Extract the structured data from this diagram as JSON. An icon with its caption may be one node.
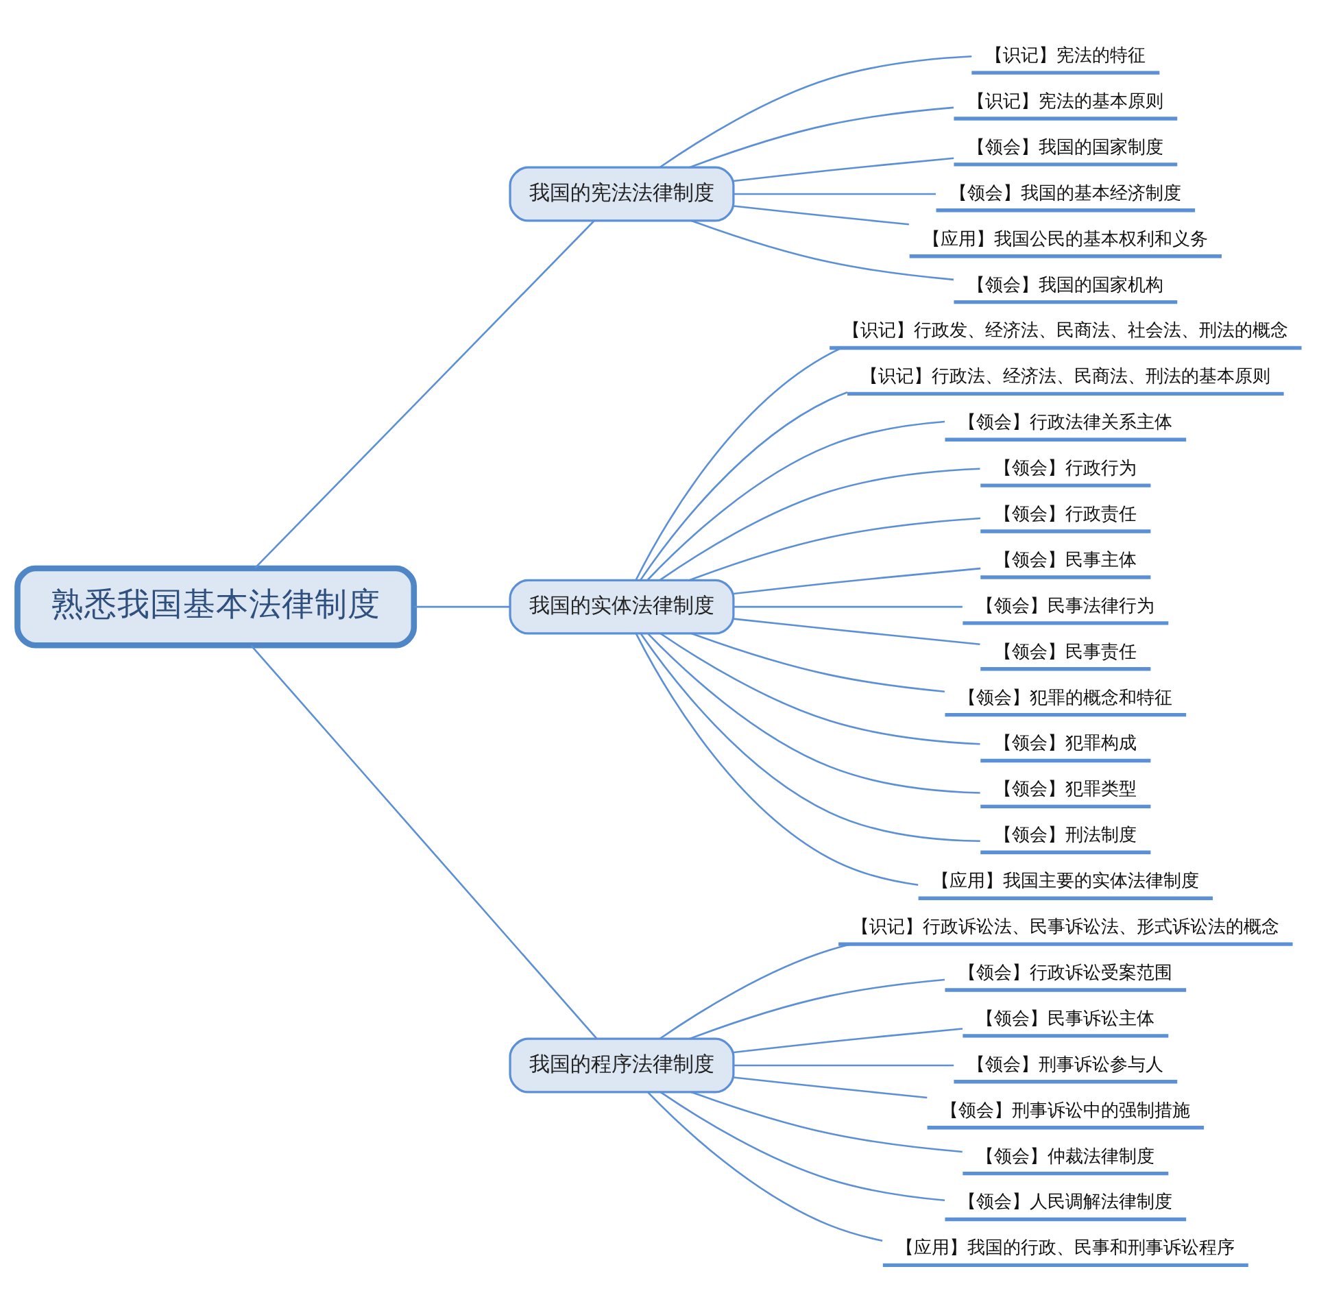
{
  "diagram": {
    "nodes": [
      {
        "text": [
          "熟悉我国基本法律制度"
        ]
      },
      {
        "text": [
          "我国的宪法法律制度"
        ]
      },
      {
        "text": [
          "【识记】宪法的特征"
        ]
      },
      {
        "text": [
          "【识记】宪法的基本原则"
        ]
      },
      {
        "text": [
          "【领会】我国的国家制度"
        ]
      },
      {
        "text": [
          "【领会】我国的基本经济制度"
        ]
      },
      {
        "text": [
          "【应用】我国公民的基本权利和义务"
        ]
      },
      {
        "text": [
          "【领会】我国的国家机构"
        ]
      },
      {
        "text": [
          "我国的实体法律制度"
        ]
      },
      {
        "text": [
          "【识记】行政发、经济法、民商法、社会法、刑法的概念"
        ]
      },
      {
        "text": [
          "【识记】行政法、经济法、民商法、刑法的基本原则"
        ]
      },
      {
        "text": [
          "【领会】行政法律关系主体"
        ]
      },
      {
        "text": [
          "【领会】行政行为"
        ]
      },
      {
        "text": [
          "【领会】行政责任"
        ]
      },
      {
        "text": [
          "【领会】民事主体"
        ]
      },
      {
        "text": [
          "【领会】民事法律行为"
        ]
      },
      {
        "text": [
          "【领会】民事责任"
        ]
      },
      {
        "text": [
          "【领会】犯罪的概念和特征"
        ]
      },
      {
        "text": [
          "【领会】犯罪构成"
        ]
      },
      {
        "text": [
          "【领会】犯罪类型"
        ]
      },
      {
        "text": [
          "【领会】刑法制度"
        ]
      },
      {
        "text": [
          "【应用】我国主要的实体法律制度"
        ]
      },
      {
        "text": [
          "我国的程序法律制度"
        ]
      },
      {
        "text": [
          "【识记】行政诉讼法、民事诉讼法、形式诉讼法的概念"
        ]
      },
      {
        "text": [
          "【领会】行政诉讼受案范围"
        ]
      },
      {
        "text": [
          "【领会】民事诉讼主体"
        ]
      },
      {
        "text": [
          "【领会】刑事诉讼参与人"
        ]
      },
      {
        "text": [
          "【领会】刑事诉讼中的强制措施"
        ]
      },
      {
        "text": [
          "【领会】仲裁法律制度"
        ]
      },
      {
        "text": [
          "【领会】人民调解法律制度"
        ]
      },
      {
        "text": [
          "【应用】我国的行政、民事和刑事诉讼程序"
        ]
      }
    ],
    "edges": [
      {
        "from": 0,
        "to": 1,
        "arrow": "none"
      },
      {
        "from": 1,
        "to": 2,
        "arrow": "none"
      },
      {
        "from": 1,
        "to": 3,
        "arrow": "none"
      },
      {
        "from": 1,
        "to": 4,
        "arrow": "none"
      },
      {
        "from": 1,
        "to": 5,
        "arrow": "none"
      },
      {
        "from": 1,
        "to": 6,
        "arrow": "none"
      },
      {
        "from": 1,
        "to": 7,
        "arrow": "none"
      },
      {
        "from": 0,
        "to": 8,
        "arrow": "none"
      },
      {
        "from": 8,
        "to": 9,
        "arrow": "none"
      },
      {
        "from": 8,
        "to": 10,
        "arrow": "none"
      },
      {
        "from": 8,
        "to": 11,
        "arrow": "none"
      },
      {
        "from": 8,
        "to": 12,
        "arrow": "none"
      },
      {
        "from": 8,
        "to": 13,
        "arrow": "none"
      },
      {
        "from": 8,
        "to": 14,
        "arrow": "none"
      },
      {
        "from": 8,
        "to": 15,
        "arrow": "none"
      },
      {
        "from": 8,
        "to": 16,
        "arrow": "none"
      },
      {
        "from": 8,
        "to": 17,
        "arrow": "none"
      },
      {
        "from": 8,
        "to": 18,
        "arrow": "none"
      },
      {
        "from": 8,
        "to": 19,
        "arrow": "none"
      },
      {
        "from": 8,
        "to": 20,
        "arrow": "none"
      },
      {
        "from": 8,
        "to": 21,
        "arrow": "none"
      },
      {
        "from": 0,
        "to": 22,
        "arrow": "none"
      },
      {
        "from": 22,
        "to": 23,
        "arrow": "none"
      },
      {
        "from": 22,
        "to": 24,
        "arrow": "none"
      },
      {
        "from": 22,
        "to": 25,
        "arrow": "none"
      },
      {
        "from": 22,
        "to": 26,
        "arrow": "none"
      },
      {
        "from": 22,
        "to": 27,
        "arrow": "none"
      },
      {
        "from": 22,
        "to": 28,
        "arrow": "none"
      },
      {
        "from": 22,
        "to": 29,
        "arrow": "none"
      },
      {
        "from": 22,
        "to": 30,
        "arrow": "none"
      }
    ]
  }
}
